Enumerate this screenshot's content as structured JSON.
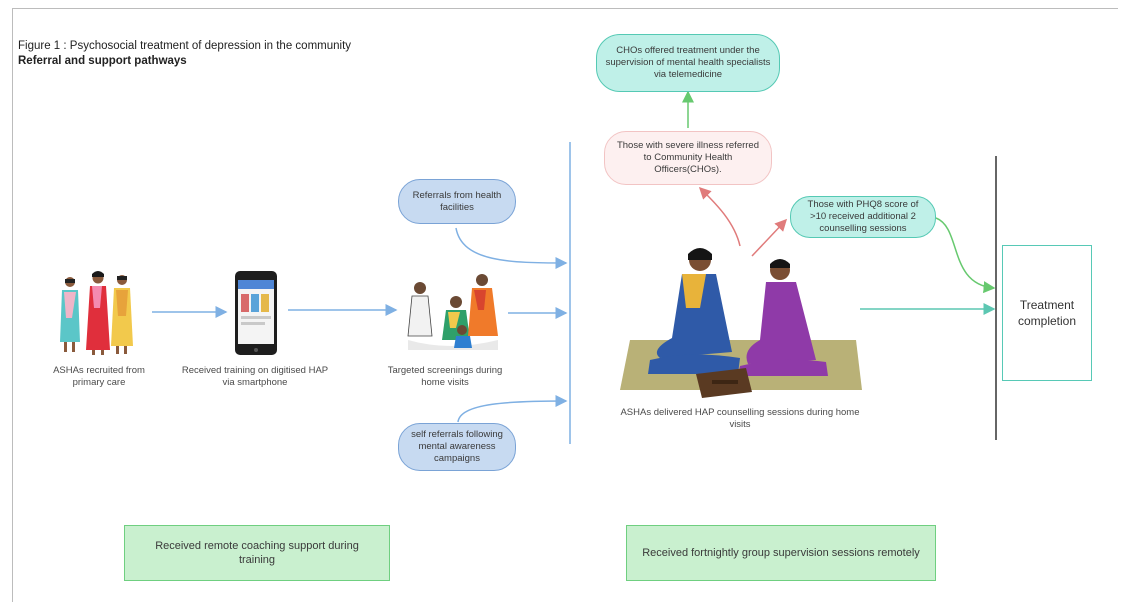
{
  "figure": {
    "title_line1": "Figure 1 : Psychosocial treatment of depression in the community",
    "title_line2": "Referral and support pathways"
  },
  "steps": {
    "ashas_recruited": "ASHAs recruited from primary care",
    "training": "Received training on digitised HAP via smartphone",
    "screenings": "Targeted screenings during home visits",
    "counselling": "ASHAs delivered HAP counselling sessions during home visits"
  },
  "bubbles": {
    "referrals_health": "Referrals from health facilities",
    "self_referrals": "self referrals following mental awareness campaigns",
    "severe_illness": "Those with severe illness referred to Community Health Officers(CHOs).",
    "cho_treatment": "CHOs offered treatment under the supervision of mental health specialists via telemedicine",
    "phq8": "Those with PHQ8 score of >10 received additional 2 counselling sessions"
  },
  "boxes": {
    "remote_coaching": "Received remote coaching support during training",
    "group_supervision": "Received fortnightly group supervision sessions remotely",
    "treatment_completion": "Treatment completion"
  },
  "colors": {
    "arrow_blue": "#7fb0e3",
    "arrow_teal": "#5cc7b2",
    "arrow_green": "#67c96f",
    "arrow_red": "#e07b7b"
  }
}
